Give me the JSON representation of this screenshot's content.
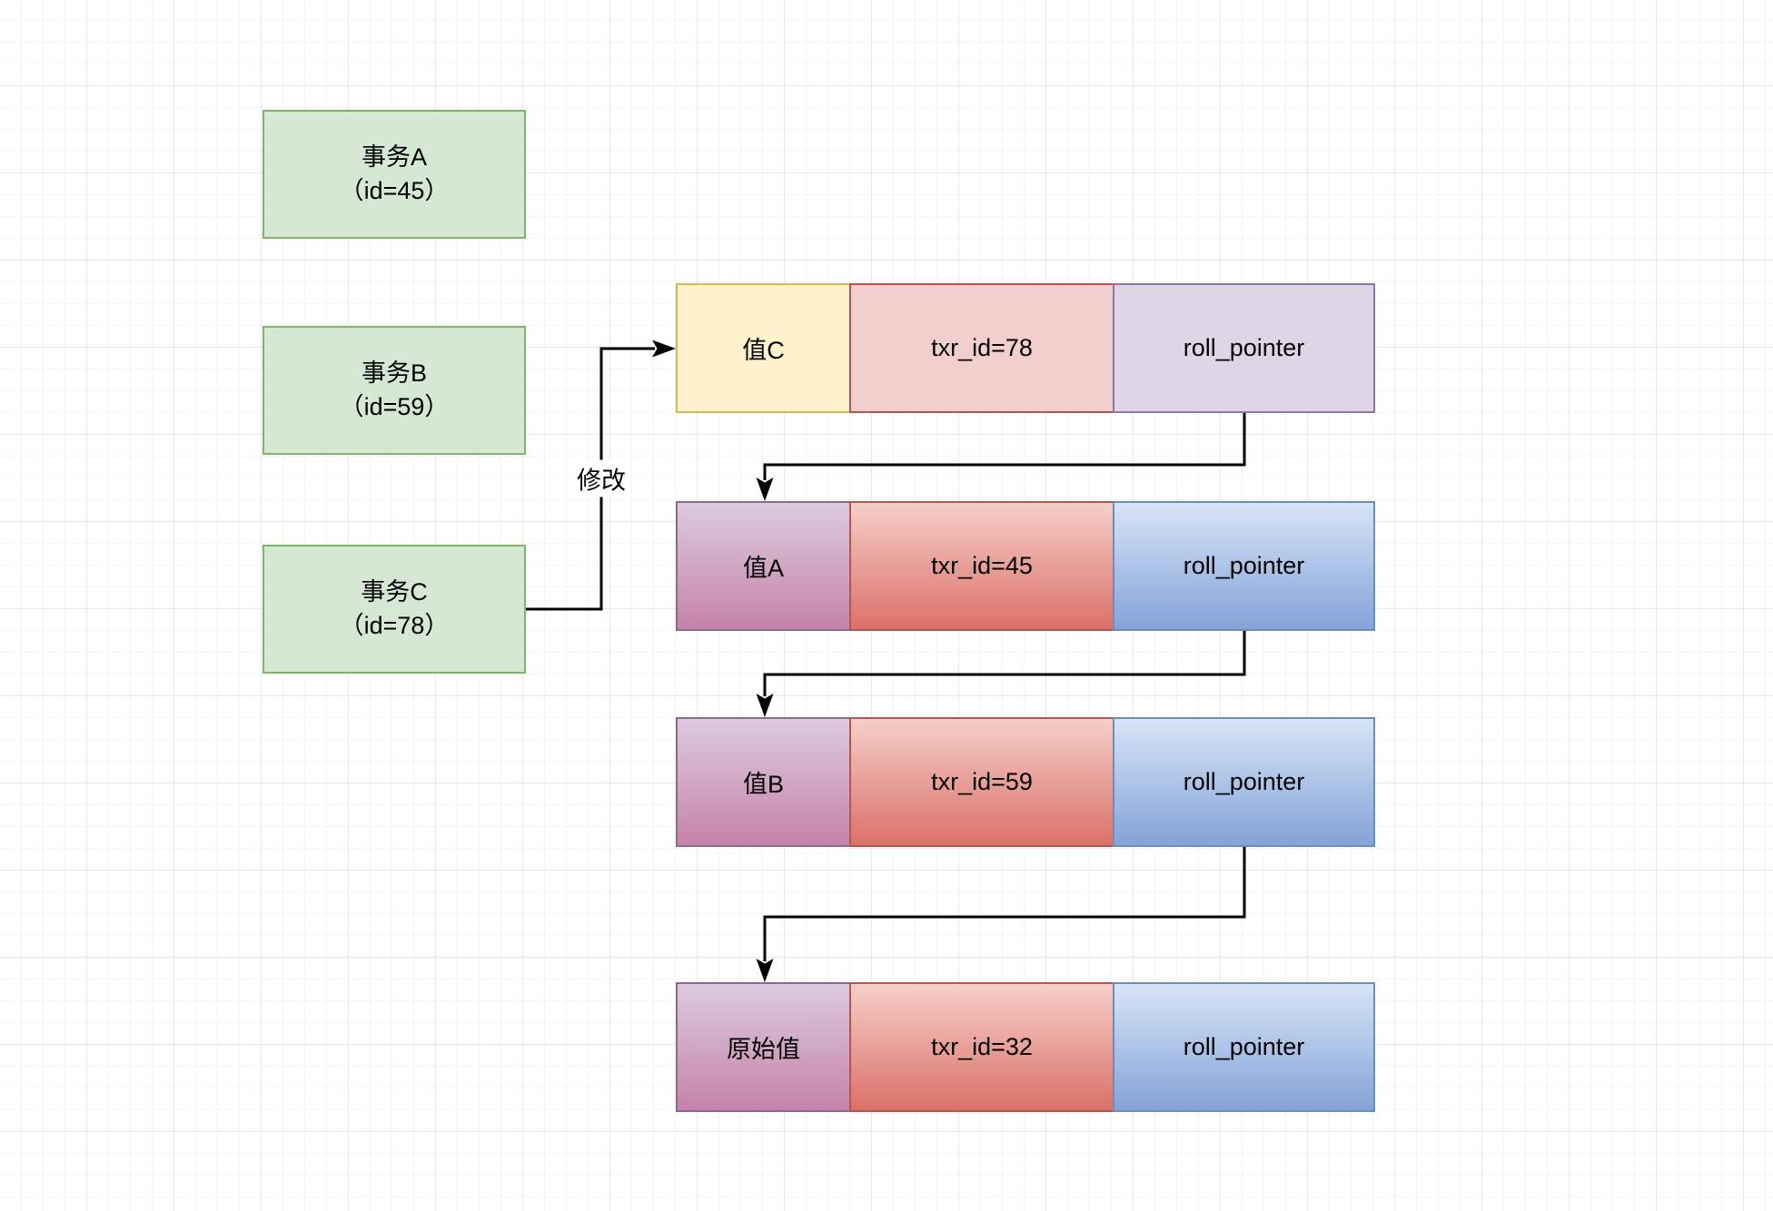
{
  "diagram": {
    "title_hint": "MVCC undo log version chain",
    "edge_label": "修改",
    "transactions": [
      {
        "name": "事务A",
        "id": "（id=45）"
      },
      {
        "name": "事务B",
        "id": "（id=59）"
      },
      {
        "name": "事务C",
        "id": "（id=78）"
      }
    ],
    "versions": [
      {
        "value": "值C",
        "txr": "txr_id=78",
        "roll": "roll_pointer"
      },
      {
        "value": "值A",
        "txr": "txr_id=45",
        "roll": "roll_pointer"
      },
      {
        "value": "值B",
        "txr": "txr_id=59",
        "roll": "roll_pointer"
      },
      {
        "value": "原始值",
        "txr": "txr_id=32",
        "roll": "roll_pointer"
      }
    ],
    "colors": {
      "transaction_fill": "#d5e8d4",
      "transaction_stroke": "#82b366",
      "current_value_fill": "#fff2cc",
      "current_value_stroke": "#d6b656",
      "current_txr_fill": "#f2cfcd",
      "current_txr_stroke": "#b85450",
      "current_roll_fill": "#ded5e6",
      "current_roll_stroke": "#9673a6",
      "undo_value_gradient": [
        "#dccbdf",
        "#c583a8"
      ],
      "undo_txr_gradient": [
        "#f5cfc9",
        "#db7168"
      ],
      "undo_roll_gradient": [
        "#d8e4f6",
        "#84a3d9"
      ],
      "undo_roll_stroke": "#6c8ebf",
      "edge_color": "#000000",
      "grid_minor": "#f5f5f5",
      "grid_major": "#e7e7e7"
    }
  }
}
